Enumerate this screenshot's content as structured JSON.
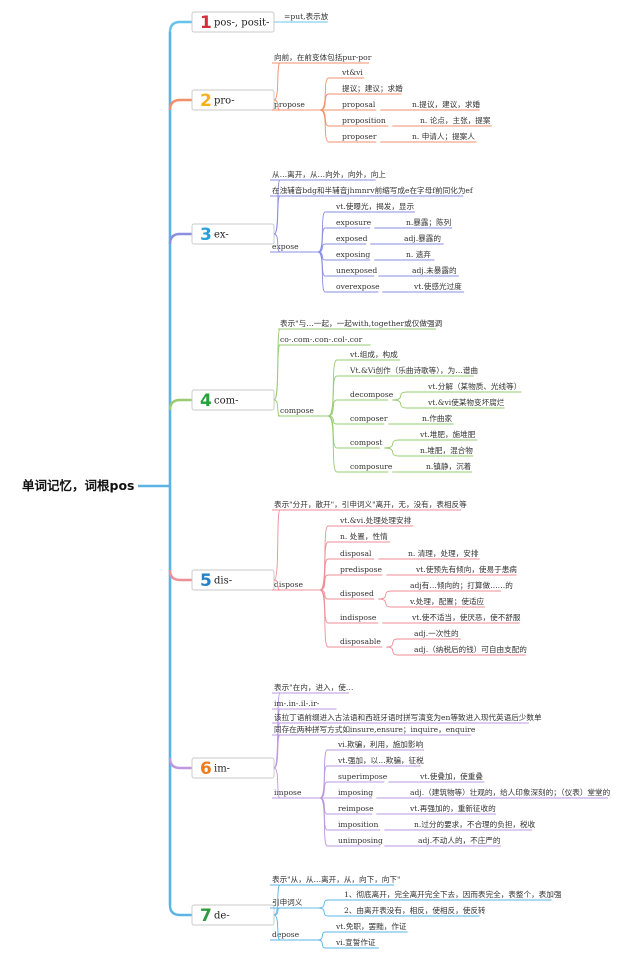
{
  "root": {
    "label": "单词记忆，词根pos"
  },
  "colors": {
    "trunk": "#5AB4E5",
    "pos": "#66C4EC",
    "pro": "#F0906A",
    "ex": "#8C8FE0",
    "com": "#9ACB72",
    "dis": "#EE8E96",
    "im": "#BE99DD",
    "de": "#5AB4E5"
  },
  "sections": [
    {
      "id": "pos",
      "num": "1",
      "num_color": "#D22E3C",
      "label": "pos-, posit-",
      "children": [
        {
          "text": "=put,表示放"
        }
      ]
    },
    {
      "id": "pro",
      "num": "2",
      "num_color": "#F2B21E",
      "label": "pro-",
      "children": [
        {
          "text": "向前，在前变体包括pur-por"
        },
        {
          "text": "propose",
          "children": [
            {
              "text": "vt&vi"
            },
            {
              "text": "提议；建议；求婚"
            },
            {
              "text": "proposal",
              "children": [
                {
                  "text": "n.提议，建议，求婚"
                }
              ]
            },
            {
              "text": "proposition",
              "children": [
                {
                  "text": "n. 论点，主张，提案"
                }
              ]
            },
            {
              "text": "proposer",
              "children": [
                {
                  "text": "n. 申请人；提案人"
                }
              ]
            }
          ]
        }
      ]
    },
    {
      "id": "ex",
      "num": "3",
      "num_color": "#27A0DA",
      "label": "ex-",
      "children": [
        {
          "text": "从…离开，从…向外，向外，向上"
        },
        {
          "text": "在浊辅音bdg和半辅音jhmnrv前缩写成e在字母f前同化为ef"
        },
        {
          "text": "expose",
          "children": [
            {
              "text": "vt.使曝光，揭发，显示"
            },
            {
              "text": "exposure",
              "children": [
                {
                  "text": "n.暴露；陈列"
                }
              ]
            },
            {
              "text": "exposed",
              "children": [
                {
                  "text": "adj.暴露的"
                }
              ]
            },
            {
              "text": "exposing",
              "children": [
                {
                  "text": "n. 遗弃"
                }
              ]
            },
            {
              "text": "unexposed",
              "children": [
                {
                  "text": "adj.未暴露的"
                }
              ]
            },
            {
              "text": "overexpose",
              "children": [
                {
                  "text": "vt.使感光过度"
                }
              ]
            }
          ]
        }
      ]
    },
    {
      "id": "com",
      "num": "4",
      "num_color": "#24A33A",
      "label": "com-",
      "children": [
        {
          "text": "表示\"与…一起，一起with,together或仅做强调"
        },
        {
          "text": "co-.com-.con-.col-.cor"
        },
        {
          "text": "compose",
          "children": [
            {
              "text": "vt.组成，构成"
            },
            {
              "text": "Vt.&Vi创作（乐曲诗歌等），为…谱曲"
            },
            {
              "text": "decompose",
              "children": [
                {
                  "text": "vt.分解（某物质、光线等）"
                },
                {
                  "text": "vt.&vi使某物变坏腐烂"
                }
              ]
            },
            {
              "text": "composer",
              "children": [
                {
                  "text": "n.作曲家"
                }
              ]
            },
            {
              "text": "compost",
              "children": [
                {
                  "text": "vt.堆肥，施堆肥"
                },
                {
                  "text": "n.堆肥，混合物"
                }
              ]
            },
            {
              "text": "composure",
              "children": [
                {
                  "text": "n.镇静，沉着"
                }
              ]
            }
          ]
        }
      ]
    },
    {
      "id": "dis",
      "num": "5",
      "num_color": "#2582C8",
      "label": "dis-",
      "children": [
        {
          "text": "表示\"分开，散开\"，引申词义\"离开，无，没有，表相反等"
        },
        {
          "text": "dispose",
          "children": [
            {
              "text": "vt.&vi.处理处理安排"
            },
            {
              "text": "n. 处置，性情"
            },
            {
              "text": "disposal",
              "children": [
                {
                  "text": "n. 清理，处理，安排"
                }
              ]
            },
            {
              "text": "predispose",
              "children": [
                {
                  "text": "vt.使预先有倾向，使易于患病"
                }
              ]
            },
            {
              "text": "disposed",
              "children": [
                {
                  "text": "adj有…倾向的；打算做……的"
                },
                {
                  "text": "v.处理，配置；使适应"
                }
              ]
            },
            {
              "text": "indispose",
              "children": [
                {
                  "text": "vt.使不适当，使厌恶，使不舒服"
                }
              ]
            },
            {
              "text": "disposable",
              "children": [
                {
                  "text": "adj.一次性的"
                },
                {
                  "text": "adj.（纳税后的钱）可自由支配的"
                }
              ]
            }
          ]
        }
      ]
    },
    {
      "id": "im",
      "num": "6",
      "num_color": "#EF7B1C",
      "label": "im-",
      "children": [
        {
          "text": "表示\"在内，进入，使…"
        },
        {
          "text": "im-.in-.il-.ir-"
        },
        {
          "text": "该拉丁语前缀进入古法语和西班牙语时拼写演变为en等致进入现代英语后少数单"
        },
        {
          "text": "同存在两种拼写方式如insure,ensure；inquire，enquire"
        },
        {
          "text": "impose",
          "children": [
            {
              "text": "vi.欺骗，利用，施加影响"
            },
            {
              "text": "vt.强加，以…欺骗，征税"
            },
            {
              "text": "superimpose",
              "children": [
                {
                  "text": "vt.使叠加，使重叠"
                }
              ]
            },
            {
              "text": "imposing",
              "children": [
                {
                  "text": "adj.（建筑物等）壮观的，给人印象深刻的；（仪表）堂堂的"
                }
              ]
            },
            {
              "text": "reimpose",
              "children": [
                {
                  "text": "vt.再强加的，重新征收的"
                }
              ]
            },
            {
              "text": "imposition",
              "children": [
                {
                  "text": "n.过分的要求，不合理的负担，税收"
                }
              ]
            },
            {
              "text": "unimposing",
              "children": [
                {
                  "text": "adj.不动人的，不庄严的"
                }
              ]
            }
          ]
        }
      ]
    },
    {
      "id": "de",
      "num": "7",
      "num_color": "#2E9A3E",
      "label": "de-",
      "children": [
        {
          "text": "表示\"从，从…离开，从，向下，向下\""
        },
        {
          "text": "引申词义",
          "children": [
            {
              "text": "1、彻底离开，完全离开完全下去，因而表完全，表整个，表加强"
            },
            {
              "text": "2、由离开表没有，相反，使相反，使反转"
            }
          ]
        },
        {
          "text": "depose",
          "children": [
            {
              "text": "vt.免职，罢黜，作证"
            },
            {
              "text": "vi.宣誓作证"
            }
          ]
        }
      ]
    }
  ]
}
